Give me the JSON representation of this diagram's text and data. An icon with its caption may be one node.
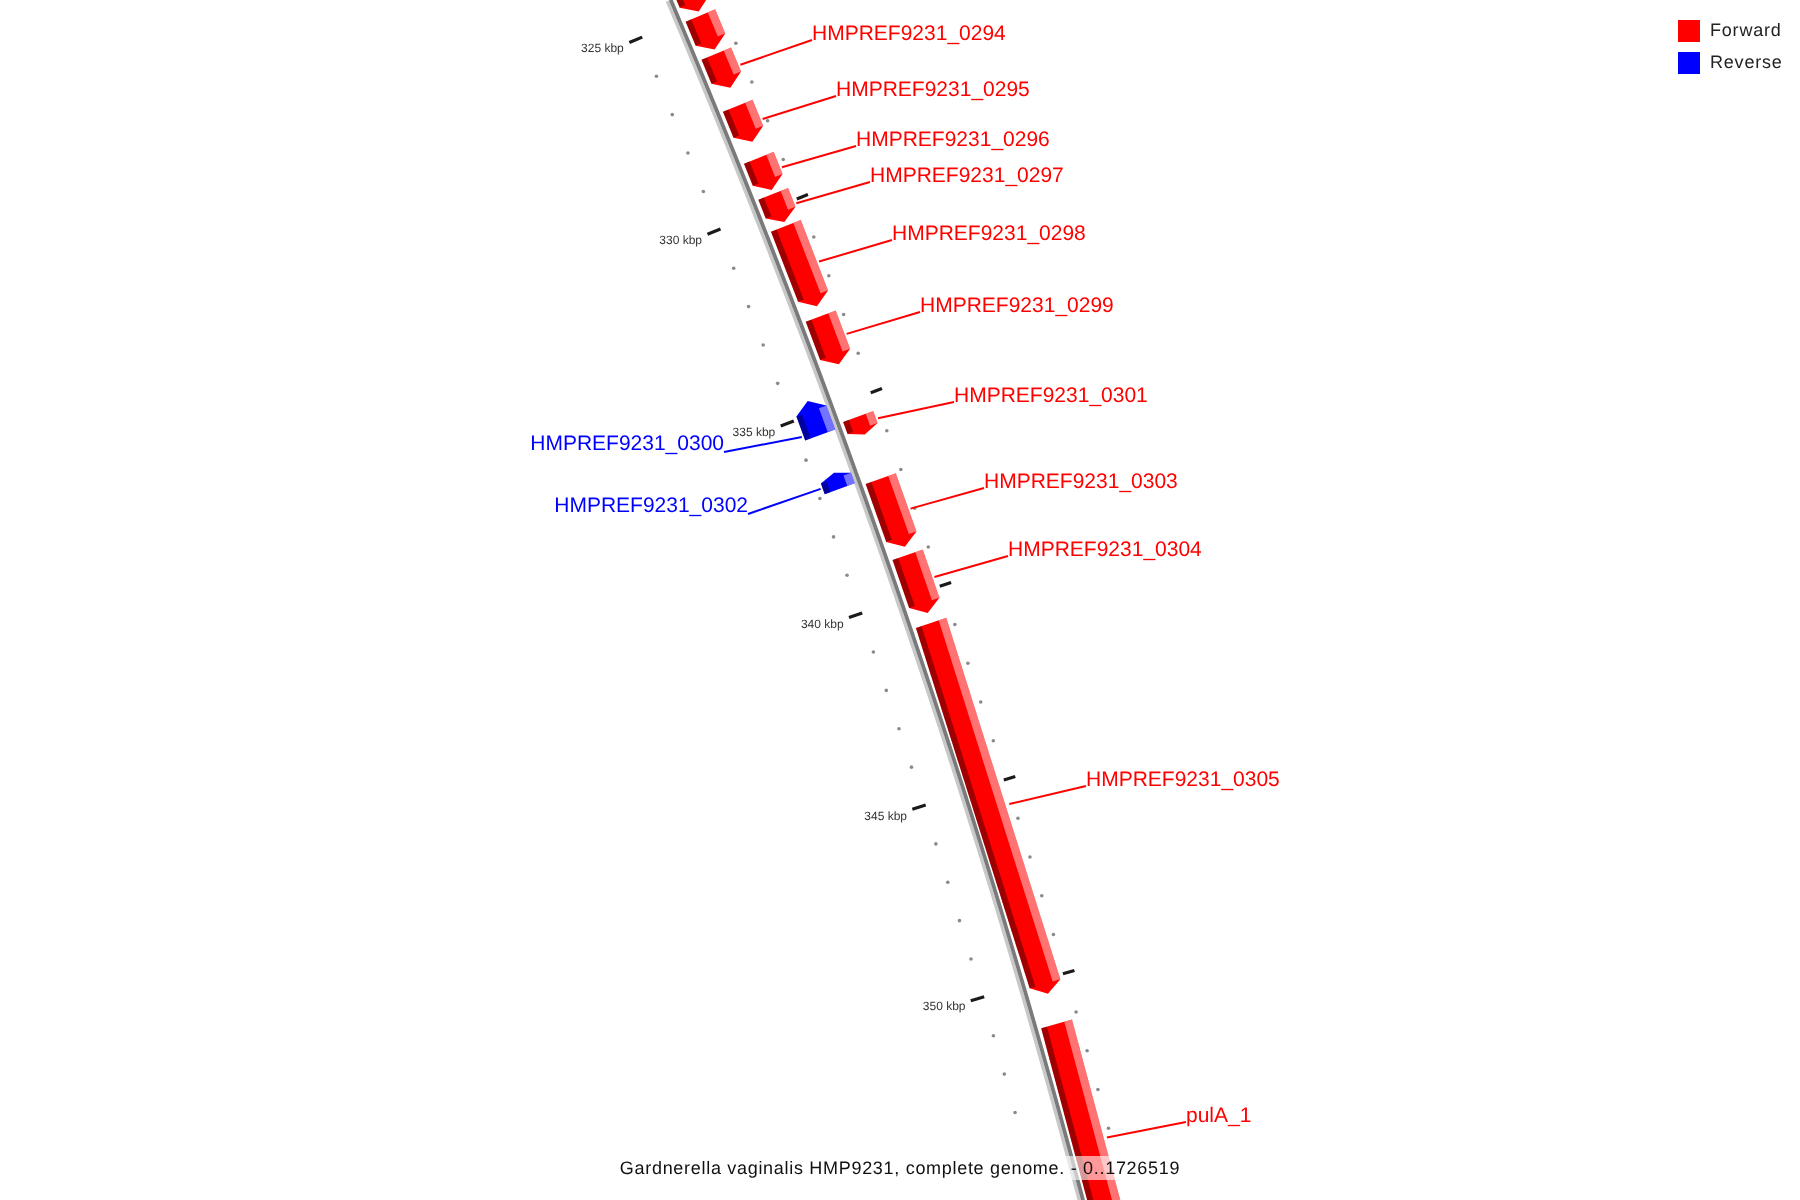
{
  "diagram": {
    "caption": "Gardnerella vaginalis HMP9231, complete genome. - 0..1726519",
    "nodes": [
      {
        "text": [],
        "shape": "bar"
      },
      {
        "text": [],
        "shape": "bar"
      },
      {
        "text": [
          "HMPREF9231_0294"
        ]
      },
      {
        "text": [],
        "shape": "bar"
      },
      {
        "text": [
          "HMPREF9231_0295"
        ]
      },
      {
        "text": [],
        "shape": "bar"
      },
      {
        "text": [
          "HMPREF9231_0296"
        ]
      },
      {
        "text": [],
        "shape": "bar"
      },
      {
        "text": [
          "HMPREF9231_0297"
        ]
      },
      {
        "text": [],
        "shape": "bar"
      },
      {
        "text": [
          "HMPREF9231_0298"
        ]
      },
      {
        "text": [],
        "shape": "bar"
      },
      {
        "text": [
          "HMPREF9231_0299"
        ]
      },
      {
        "text": [],
        "shape": "bar"
      },
      {
        "text": [
          "HMPREF9231_0301"
        ]
      },
      {
        "text": [],
        "shape": "bar"
      },
      {
        "text": [
          "HMPREF9231_0300"
        ]
      },
      {
        "text": [],
        "shape": "bar"
      },
      {
        "text": [
          "HMPREF9231_0303"
        ]
      },
      {
        "text": [],
        "shape": "bar"
      },
      {
        "text": [
          "HMPREF9231_0302"
        ]
      },
      {
        "text": [],
        "shape": "bar"
      },
      {
        "text": [
          "HMPREF9231_0304"
        ]
      },
      {
        "text": [],
        "shape": "bar"
      },
      {
        "text": [
          "HMPREF9231_0305"
        ]
      },
      {
        "text": [],
        "shape": "bar"
      },
      {
        "text": [
          "pulA_1"
        ]
      },
      {
        "text": [],
        "shape": "bar"
      }
    ],
    "edges": [
      {
        "from": 2,
        "to": 3,
        "arrow": "none"
      },
      {
        "from": 4,
        "to": 5,
        "arrow": "none"
      },
      {
        "from": 6,
        "to": 7,
        "arrow": "none"
      },
      {
        "from": 8,
        "to": 9,
        "arrow": "none"
      },
      {
        "from": 10,
        "to": 11,
        "arrow": "none"
      },
      {
        "from": 12,
        "to": 13,
        "arrow": "none"
      },
      {
        "from": 14,
        "to": 15,
        "arrow": "none"
      },
      {
        "from": 16,
        "to": 17,
        "arrow": "none",
        "color": "#0000ff"
      },
      {
        "from": 18,
        "to": 19,
        "arrow": "none"
      },
      {
        "from": 20,
        "to": 21,
        "arrow": "none",
        "color": "#0000ff"
      },
      {
        "from": 22,
        "to": 23,
        "arrow": "none"
      },
      {
        "from": 24,
        "to": 25,
        "arrow": "none"
      },
      {
        "from": 26,
        "to": 27,
        "arrow": "none"
      }
    ],
    "labels": [
      "325 kbp",
      "330 kbp",
      "335 kbp",
      "340 kbp",
      "345 kbp",
      "350 kbp"
    ],
    "legend": [
      {
        "text": "Forward",
        "color": "#ff0000"
      },
      {
        "text": "Reverse",
        "color": "#0000ff"
      }
    ]
  }
}
